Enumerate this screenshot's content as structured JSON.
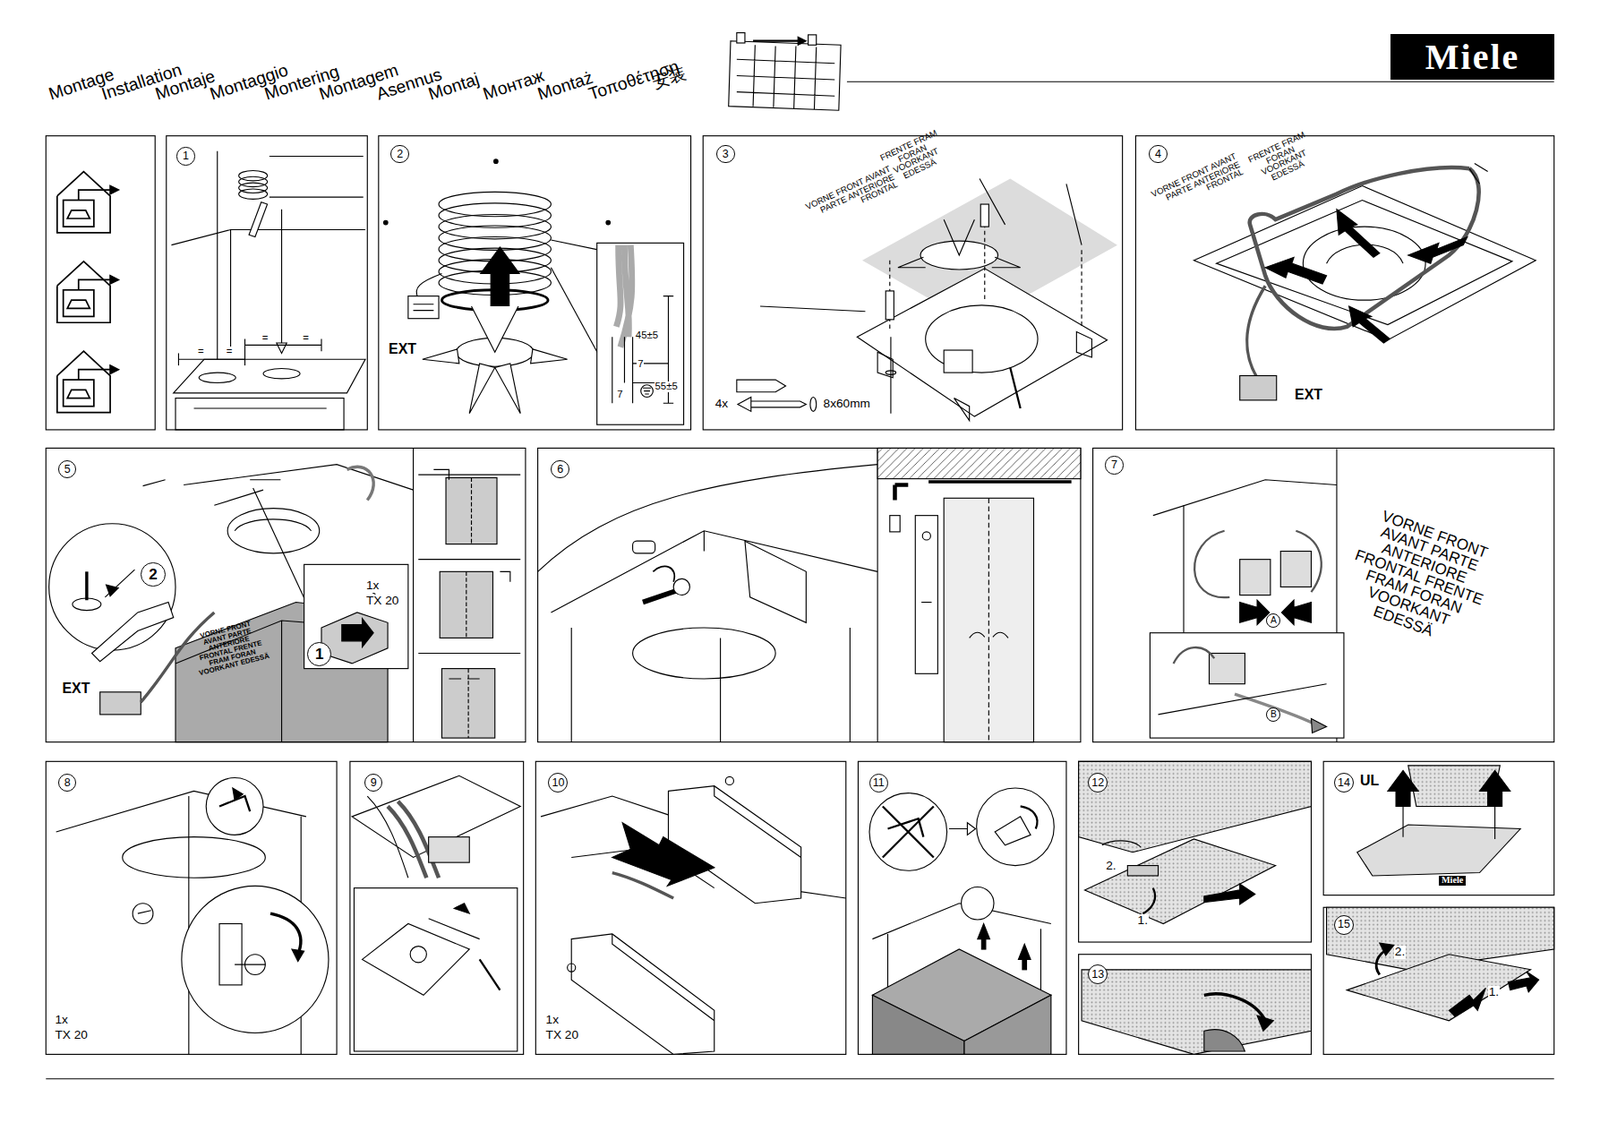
{
  "diagram": {
    "nodes": [
      {
        "text": [
          "Miele"
        ]
      },
      {
        "text": [
          "1"
        ]
      },
      {
        "text": [
          "2"
        ]
      },
      {
        "text": [
          "3"
        ]
      },
      {
        "text": [
          "4"
        ]
      },
      {
        "text": [
          "5"
        ]
      },
      {
        "text": [
          "2"
        ]
      },
      {
        "text": [
          "1"
        ]
      },
      {
        "text": [
          "6"
        ]
      },
      {
        "text": [
          "7"
        ]
      },
      {
        "text": [
          "A"
        ]
      },
      {
        "text": [
          "B"
        ]
      },
      {
        "text": [
          "8"
        ]
      },
      {
        "text": [
          "9"
        ]
      },
      {
        "text": [
          "10"
        ]
      },
      {
        "text": [
          "11"
        ]
      },
      {
        "text": [
          "12"
        ]
      },
      {
        "text": [
          "13"
        ]
      },
      {
        "text": [
          "14"
        ]
      },
      {
        "text": [
          "15"
        ]
      }
    ],
    "labels": [
      "Montage",
      "Installation",
      "Montaje",
      "Montaggio",
      "Montering",
      "Montagem",
      "Asennus",
      "Montaj",
      "Монтаж",
      "Montaż",
      "Τοποθέτηση",
      "安装",
      "=",
      "=",
      "=",
      "=",
      "EXT",
      "45±5",
      "7",
      "7",
      "55±5",
      "VORNE FRONT AVANT PARTE ANTERIORE FRONTAL",
      "FRENTE FRAM FORAN VOORKANT EDESSÄ",
      "4x",
      "8x60mm",
      "VORNE FRONT AVANT PARTE ANTERIORE FRONTAL",
      "FRENTE FRAM FORAN VOORKANT EDESSÄ",
      "EXT",
      "1x",
      "TX 20",
      "EXT",
      "VORNE FRONT AVANT PARTE ANTERIORE FRONTAL FRENTE FRAM FORAN VOORKANT EDESSÄ",
      "VORNE FRONT AVANT PARTE ANTERIORE FRONTAL FRENTE FRAM FORAN VOORKANT EDESSÄ",
      "1x",
      "TX 20",
      "1x",
      "TX 20",
      "2.",
      "1.",
      "UL",
      "Miele",
      "2.",
      "1."
    ]
  }
}
